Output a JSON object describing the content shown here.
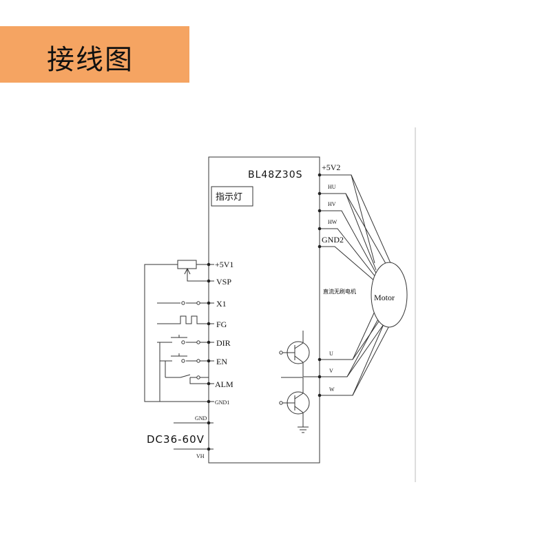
{
  "header": {
    "title": "接线图"
  },
  "driver": {
    "model": "BL48Z30S",
    "indicator_label": "指示灯",
    "motor_type_label": "直流无刷电机"
  },
  "left_terminals": [
    "+5V1",
    "VSP",
    "X1",
    "FG",
    "DIR",
    "EN",
    "ALM",
    "GND1"
  ],
  "power": {
    "gnd_label": "GND",
    "vh_label": "VH",
    "supply_label": "DC36-60V"
  },
  "hall_terminals": [
    "+5V2",
    "HU",
    "HV",
    "HW",
    "GND2"
  ],
  "phase_terminals": [
    "U",
    "V",
    "W"
  ],
  "motor": {
    "label": "Motor"
  },
  "colors": {
    "banner": "#f5a462",
    "line": "#333333"
  }
}
